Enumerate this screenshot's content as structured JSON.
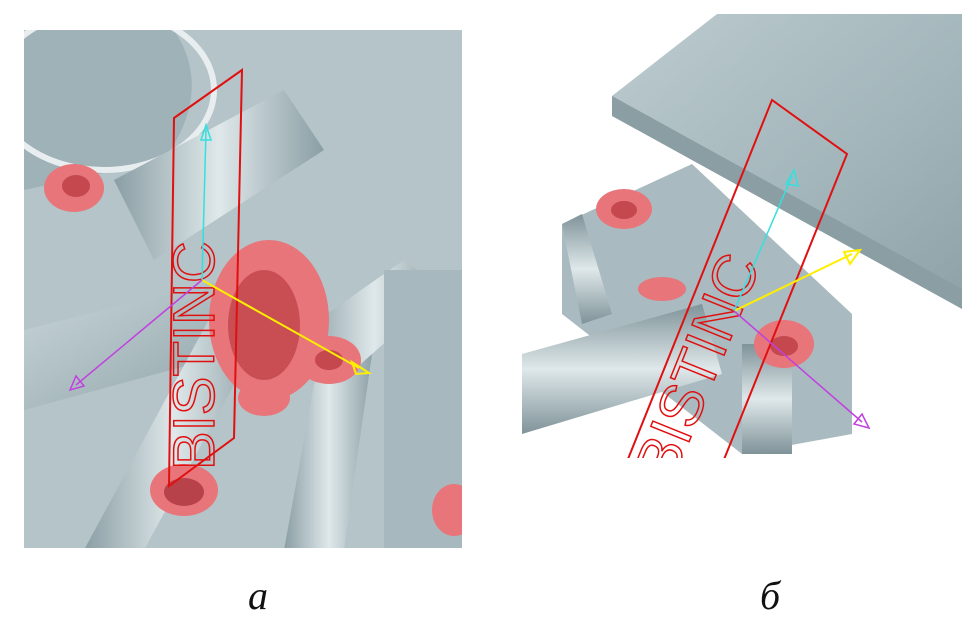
{
  "figure": {
    "panels": [
      {
        "id": "a",
        "caption": "а",
        "plane_label": "BISTINC"
      },
      {
        "id": "b",
        "caption": "б",
        "plane_label": "BISTINC"
      }
    ]
  },
  "colors": {
    "metal": "#aebfc4",
    "metal_dark": "#7f9399",
    "face": "#e8757a",
    "plane": "#e01010",
    "axis_x": "#ffee00",
    "axis_y": "#33e0e0",
    "axis_z": "#c040e0"
  }
}
